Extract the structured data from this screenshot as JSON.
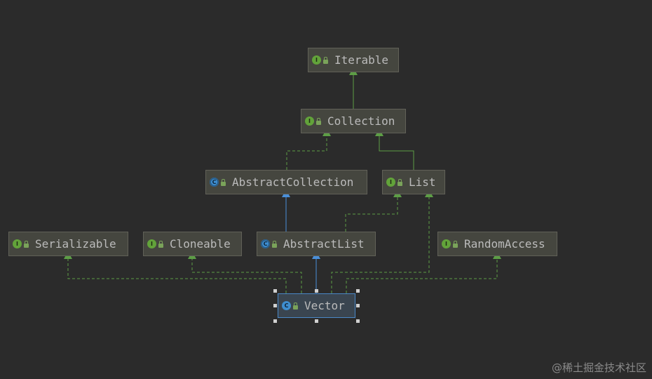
{
  "diagram": {
    "nodes": [
      {
        "id": "iterable",
        "label": "Iterable",
        "kind": "interface",
        "icon": "interface-icon"
      },
      {
        "id": "collection",
        "label": "Collection",
        "kind": "interface",
        "icon": "interface-icon"
      },
      {
        "id": "abstractcollection",
        "label": "AbstractCollection",
        "kind": "abstract-class",
        "icon": "abstract-class-icon"
      },
      {
        "id": "list",
        "label": "List",
        "kind": "interface",
        "icon": "interface-icon"
      },
      {
        "id": "serializable",
        "label": "Serializable",
        "kind": "interface",
        "icon": "interface-icon"
      },
      {
        "id": "cloneable",
        "label": "Cloneable",
        "kind": "interface",
        "icon": "interface-icon"
      },
      {
        "id": "abstractlist",
        "label": "AbstractList",
        "kind": "abstract-class",
        "icon": "abstract-class-icon"
      },
      {
        "id": "randomaccess",
        "label": "RandomAccess",
        "kind": "interface",
        "icon": "interface-icon"
      },
      {
        "id": "vector",
        "label": "Vector",
        "kind": "class",
        "icon": "class-icon",
        "selected": true
      }
    ],
    "edges": [
      {
        "from": "collection",
        "to": "iterable",
        "type": "extends"
      },
      {
        "from": "abstractcollection",
        "to": "collection",
        "type": "implements"
      },
      {
        "from": "list",
        "to": "collection",
        "type": "extends"
      },
      {
        "from": "abstractlist",
        "to": "abstractcollection",
        "type": "class-extends"
      },
      {
        "from": "abstractlist",
        "to": "list",
        "type": "implements"
      },
      {
        "from": "vector",
        "to": "abstractlist",
        "type": "class-extends"
      },
      {
        "from": "vector",
        "to": "serializable",
        "type": "implements"
      },
      {
        "from": "vector",
        "to": "cloneable",
        "type": "implements"
      },
      {
        "from": "vector",
        "to": "list",
        "type": "implements"
      },
      {
        "from": "vector",
        "to": "randomaccess",
        "type": "implements"
      }
    ],
    "colors": {
      "interface_edge": "#5d9e46",
      "class_edge": "#4a8fd8",
      "background": "#2b2b2b"
    }
  },
  "watermark": "@稀土掘金技术社区"
}
